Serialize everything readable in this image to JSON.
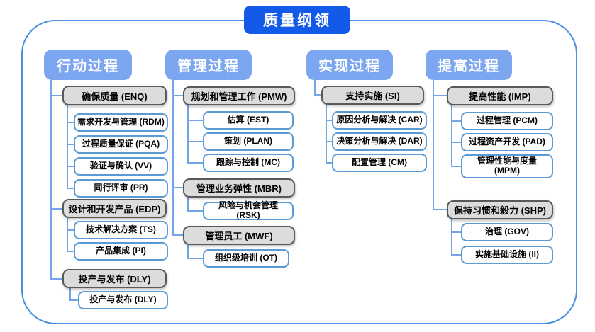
{
  "title": "质量纲领",
  "colors": {
    "title_bg": "#135ae8",
    "header_bg": "#7ca6f0",
    "frame_border": "#4a90e2",
    "group_bg": "#dcdcdc",
    "group_border": "#595959",
    "item_border": "#5b9bd5",
    "connector": "#74a4e8"
  },
  "columns": [
    {
      "header": "行动过程",
      "groups": [
        {
          "label": "确保质量 (ENQ)",
          "items": [
            "需求开发与管理 (RDM)",
            "过程质量保证 (PQA)",
            "验证与确认 (VV)",
            "同行评审 (PR)"
          ]
        },
        {
          "label": "设计和开发产品 (EDP)",
          "items": [
            "技术解决方案 (TS)",
            "产品集成 (PI)"
          ]
        },
        {
          "label": "投产与发布 (DLY)",
          "items": [
            "投产与发布 (DLY)"
          ]
        }
      ]
    },
    {
      "header": "管理过程",
      "groups": [
        {
          "label": "规划和管理工作 (PMW)",
          "items": [
            "估算 (EST)",
            "策划 (PLAN)",
            "跟踪与控制 (MC)"
          ]
        },
        {
          "label": "管理业务弹性 (MBR)",
          "items": [
            "风险与机会管理 (RSK)"
          ]
        },
        {
          "label": "管理员工 (MWF)",
          "items": [
            "组织级培训 (OT)"
          ]
        }
      ]
    },
    {
      "header": "实现过程",
      "groups": [
        {
          "label": "支持实施 (SI)",
          "items": [
            "原因分析与解决 (CAR)",
            "决策分析与解决 (DAR)",
            "配置管理 (CM)"
          ]
        }
      ]
    },
    {
      "header": "提高过程",
      "groups": [
        {
          "label": "提高性能 (IMP)",
          "items": [
            "过程管理 (PCM)",
            "过程资产开发 (PAD)",
            "管理性能与度量 (MPM)"
          ]
        },
        {
          "label": "保持习惯和毅力 (SHP)",
          "items": [
            "治理 (GOV)",
            "实施基础设施 (II)"
          ]
        }
      ]
    }
  ]
}
